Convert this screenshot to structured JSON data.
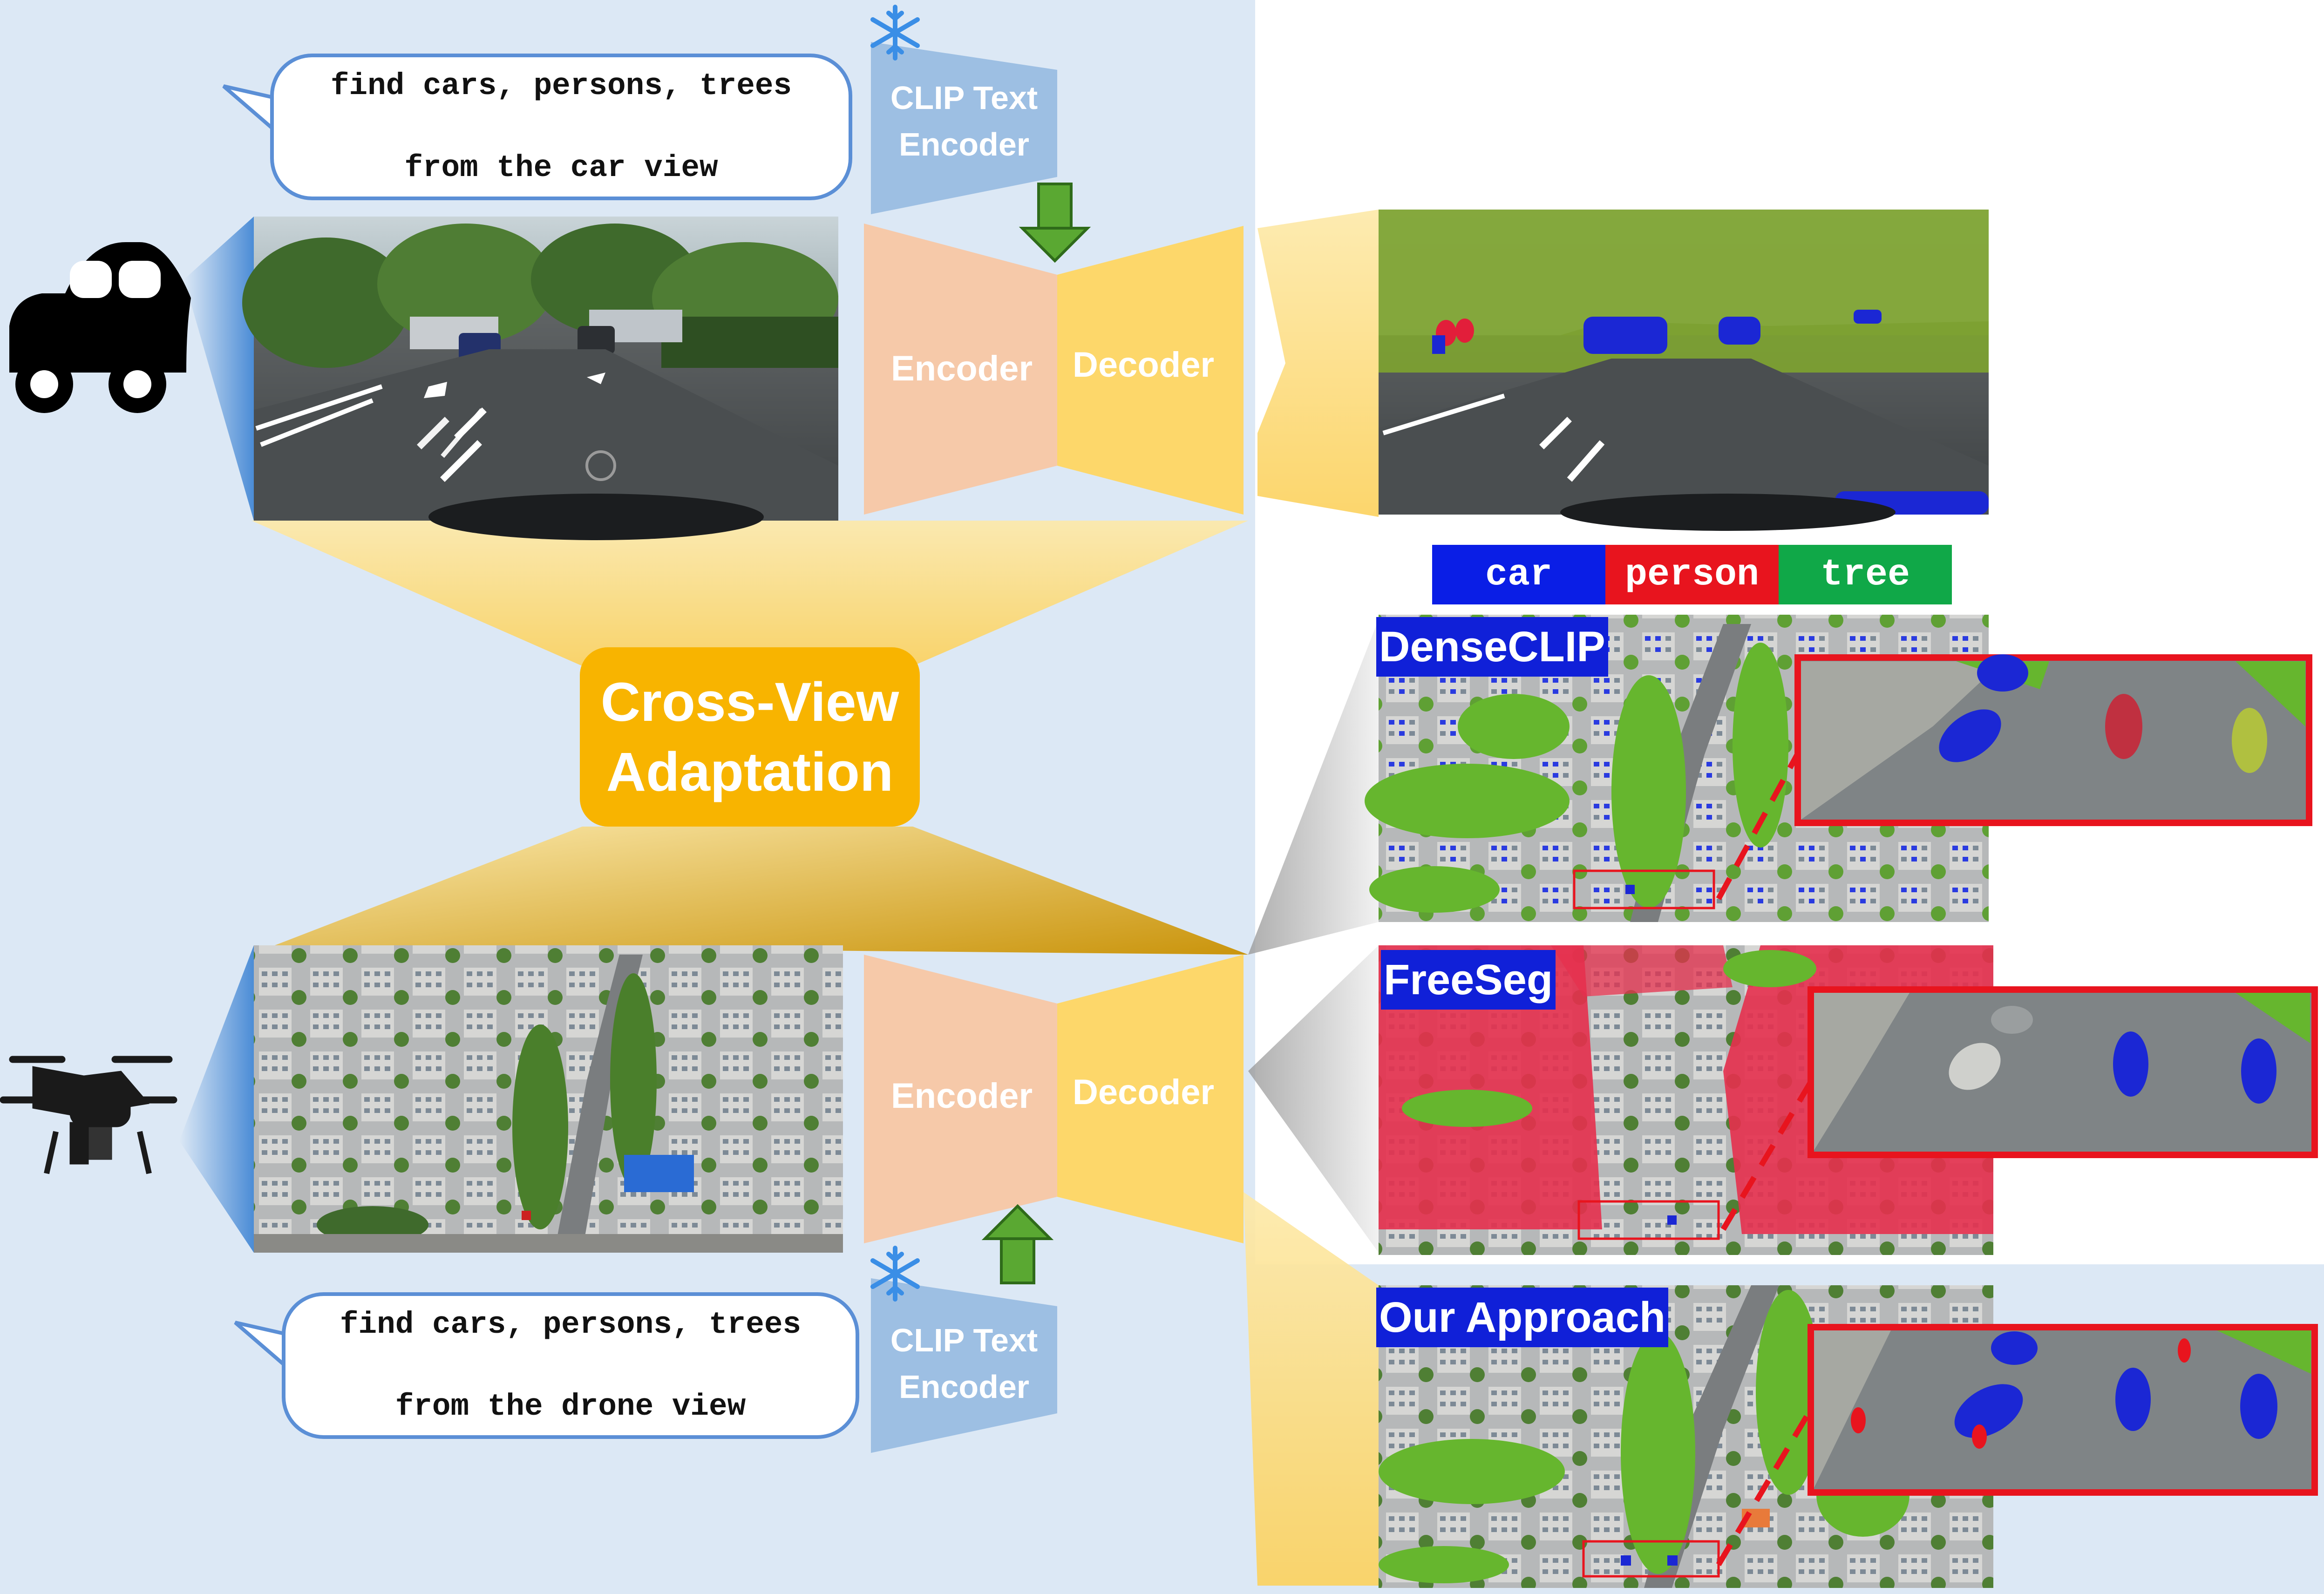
{
  "top_query": {
    "line1": "find cars, persons, trees",
    "line2": "from the car view"
  },
  "bottom_query": {
    "line1": "find cars, persons, trees",
    "line2": "from the drone view"
  },
  "clip_top": {
    "line1": "CLIP Text",
    "line2": "Encoder"
  },
  "clip_bottom": {
    "line1": "CLIP Text",
    "line2": "Encoder"
  },
  "top_network": {
    "encoder": "Encoder",
    "decoder": "Decoder"
  },
  "bottom_network": {
    "encoder": "Encoder",
    "decoder": "Decoder"
  },
  "adaptation": {
    "line1": "Cross-View",
    "line2": "Adaptation"
  },
  "legend": [
    {
      "label": "car",
      "color": "#0a1ee6"
    },
    {
      "label": "person",
      "color": "#e8141e"
    },
    {
      "label": "tree",
      "color": "#10a848"
    }
  ],
  "methods": [
    {
      "label": "DenseCLIP"
    },
    {
      "label": "FreeSeg"
    },
    {
      "label": "Our Approach"
    }
  ],
  "colors": {
    "panel": "#dce8f5",
    "encoder": "#f6c9a9",
    "decoder": "#fdd76a",
    "clip": "#9dbfe3",
    "adaptation": "#f8b400",
    "arrow": "#5aa832",
    "zoom_border": "#e8141e"
  },
  "icons": [
    "snowflake-icon",
    "car-icon",
    "drone-icon",
    "arrow-down-icon",
    "arrow-up-icon"
  ]
}
